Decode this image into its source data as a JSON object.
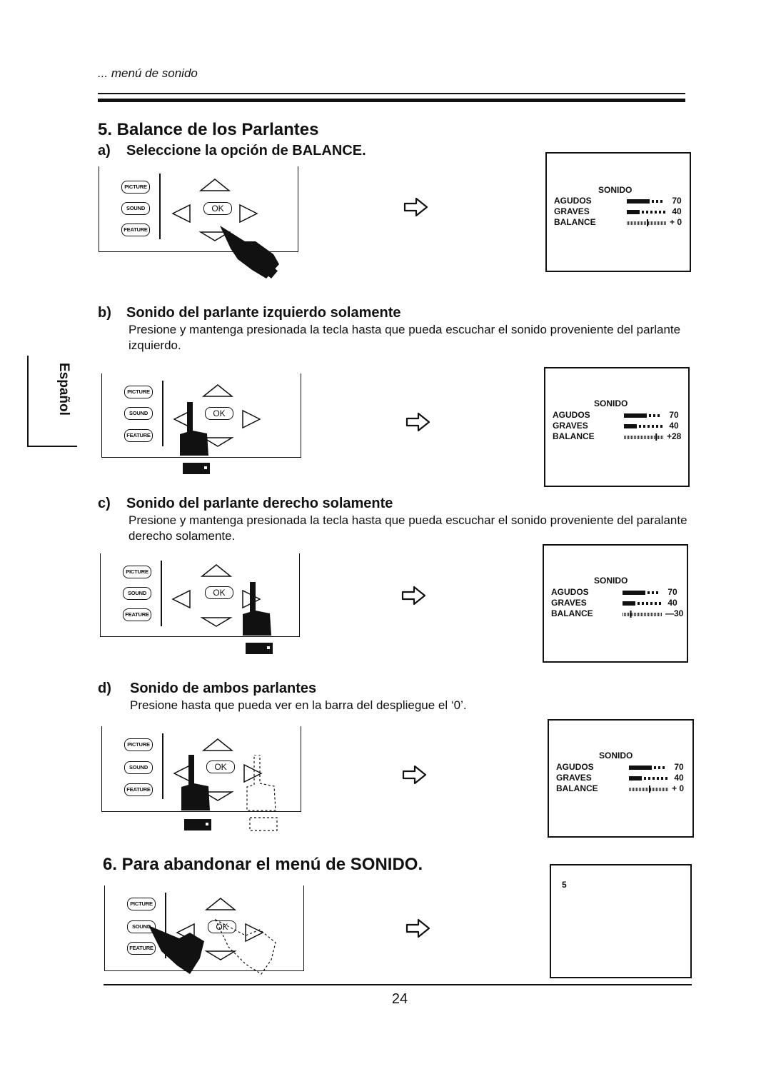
{
  "header": {
    "running_title": "... menú de sonido"
  },
  "side_tab": {
    "label": "Español"
  },
  "section5": {
    "title": "5.  Balance de los Parlantes",
    "steps": [
      {
        "label": "a)",
        "title": "Seleccione la opción de BALANCE.",
        "description": ""
      },
      {
        "label": "b)",
        "title": "Sonido del parlante izquierdo solamente",
        "description": "Presione y mantenga presionada la tecla hasta que pueda escuchar el sonido proveniente del parlante izquierdo."
      },
      {
        "label": "c)",
        "title": "Sonido del parlante derecho solamente",
        "description": "Presione y mantenga presionada la tecla hasta que pueda escuchar el sonido proveniente del paralante derecho solamente."
      },
      {
        "label": "d)",
        "title": "Sonido de ambos parlantes",
        "description": "Presione hasta que pueda ver en la barra del despliegue el ‘0’."
      }
    ]
  },
  "section6": {
    "title": "6.  Para abandonar el menú de SONIDO."
  },
  "remote_keys": {
    "picture": "PICTURE",
    "sound": "SOUND",
    "feature": "FEATURE",
    "ok": "OK"
  },
  "osd_screens": [
    {
      "title": "SONIDO",
      "rows": [
        {
          "name": "AGUDOS",
          "value": "70",
          "level": 0.7
        },
        {
          "name": "GRAVES",
          "value": "40",
          "level": 0.4
        },
        {
          "name": "BALANCE",
          "value": "+ 0",
          "balance": 0
        }
      ]
    },
    {
      "title": "SONIDO",
      "rows": [
        {
          "name": "AGUDOS",
          "value": "70",
          "level": 0.7
        },
        {
          "name": "GRAVES",
          "value": "40",
          "level": 0.4
        },
        {
          "name": "BALANCE",
          "value": "+28",
          "balance": 28
        }
      ]
    },
    {
      "title": "SONIDO",
      "rows": [
        {
          "name": "AGUDOS",
          "value": "70",
          "level": 0.7
        },
        {
          "name": "GRAVES",
          "value": "40",
          "level": 0.4
        },
        {
          "name": "BALANCE",
          "value": "—30",
          "balance": -30
        }
      ]
    },
    {
      "title": "SONIDO",
      "rows": [
        {
          "name": "AGUDOS",
          "value": "70",
          "level": 0.7
        },
        {
          "name": "GRAVES",
          "value": "40",
          "level": 0.4
        },
        {
          "name": "BALANCE",
          "value": "+ 0",
          "balance": 0
        }
      ]
    },
    {
      "channel_number": "5"
    }
  ],
  "footer": {
    "page_number": "24"
  }
}
